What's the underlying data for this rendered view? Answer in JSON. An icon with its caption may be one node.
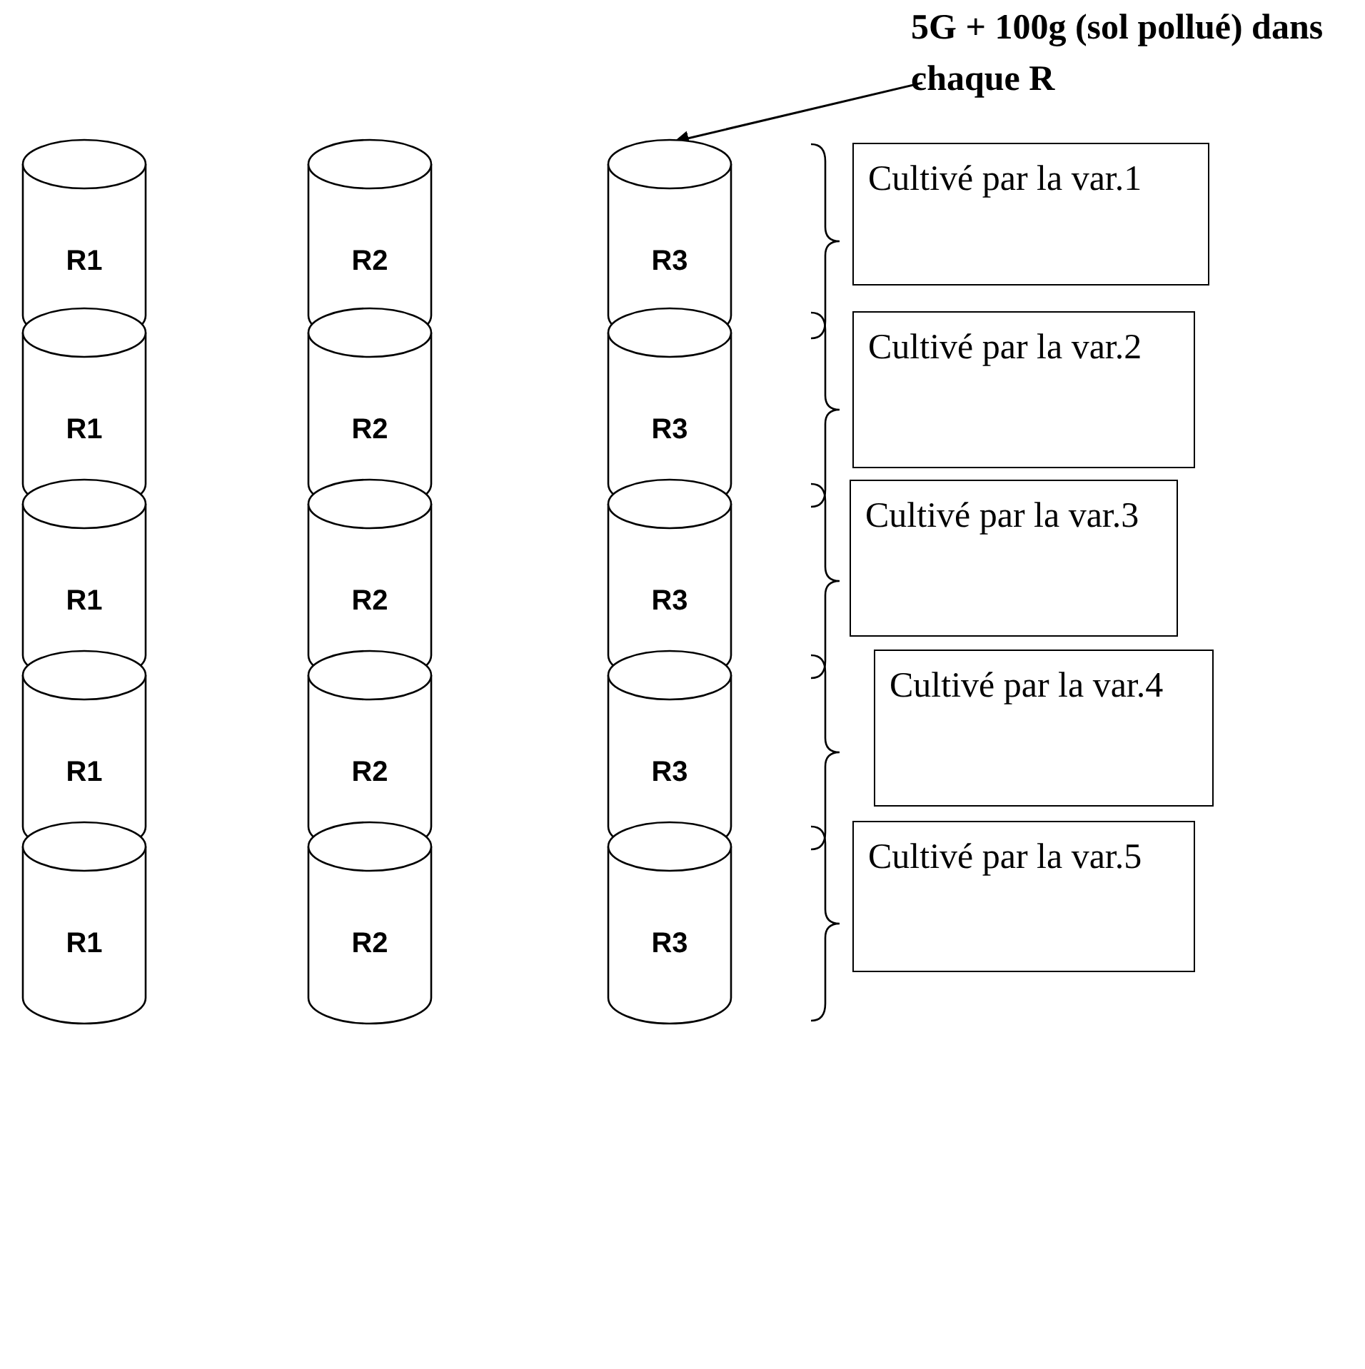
{
  "diagram": {
    "nodes": [
      {
        "text": [
          "5G + 100g (sol pollué) dans chaque R"
        ]
      },
      {
        "text": [
          "R1"
        ]
      },
      {
        "text": [
          "R2"
        ]
      },
      {
        "text": [
          "R3"
        ]
      },
      {
        "text": [
          "Cultivé par la var.1"
        ]
      },
      {
        "text": [
          "R1"
        ]
      },
      {
        "text": [
          "R2"
        ]
      },
      {
        "text": [
          "R3"
        ]
      },
      {
        "text": [
          "Cultivé par la var.2"
        ]
      },
      {
        "text": [
          "R1"
        ]
      },
      {
        "text": [
          "R2"
        ]
      },
      {
        "text": [
          "R3"
        ]
      },
      {
        "text": [
          "Cultivé par la var.3"
        ]
      },
      {
        "text": [
          "R1"
        ]
      },
      {
        "text": [
          "R2"
        ]
      },
      {
        "text": [
          "R3"
        ]
      },
      {
        "text": [
          "Cultivé par la var.4"
        ]
      },
      {
        "text": [
          "R1"
        ]
      },
      {
        "text": [
          "R2"
        ]
      },
      {
        "text": [
          "R3"
        ]
      },
      {
        "text": [
          "Cultivé par la var.5"
        ]
      }
    ],
    "edges": [
      {
        "from": 0,
        "to": 3,
        "arrow": "to"
      }
    ]
  }
}
